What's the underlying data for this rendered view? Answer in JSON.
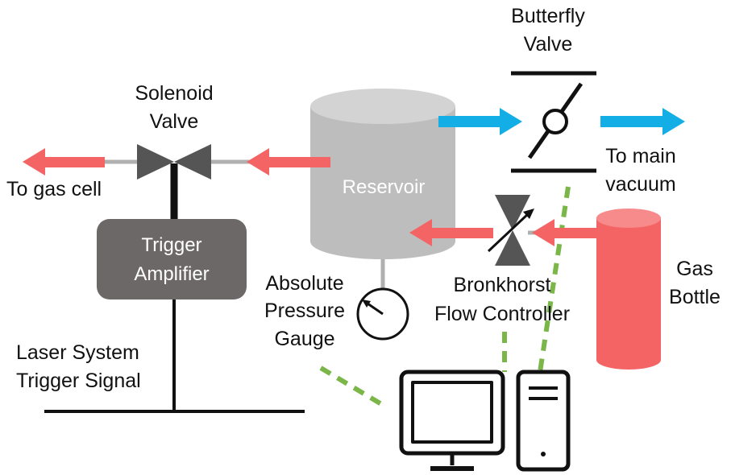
{
  "labels": {
    "solenoid_valve": [
      "Solenoid",
      "Valve"
    ],
    "to_gas_cell": "To gas cell",
    "trigger_amplifier": [
      "Trigger",
      "Amplifier"
    ],
    "laser_trigger": [
      "Laser System",
      "Trigger Signal"
    ],
    "reservoir": "Reservoir",
    "absolute_pressure_gauge": [
      "Absolute",
      "Pressure",
      "Gauge"
    ],
    "butterfly_valve": [
      "Butterfly",
      "Valve"
    ],
    "to_main_vacuum": [
      "To main",
      "vacuum"
    ],
    "bronkhorst": [
      "Bronkhorst",
      "Flow Controller"
    ],
    "gas_bottle": [
      "Gas",
      "Bottle"
    ]
  },
  "colors": {
    "gas_flow_arrow": "#f46464",
    "vacuum_flow_arrow": "#14aee6",
    "reservoir_body": "#bdbdbd",
    "reservoir_top": "#d3d3d3",
    "amplifier_box": "#6c6868",
    "valve": "#555555",
    "data_link": "#7ab648",
    "wire": "#111111",
    "pipe": "#b0b0b0"
  },
  "icons": {
    "computer": "desktop-computer-icon",
    "pressure_gauge": "pressure-gauge-icon",
    "solenoid_valve": "solenoid-valve-icon",
    "butterfly_valve": "butterfly-valve-icon",
    "flow_controller": "flow-controller-icon",
    "gas_bottle": "gas-bottle-icon"
  }
}
